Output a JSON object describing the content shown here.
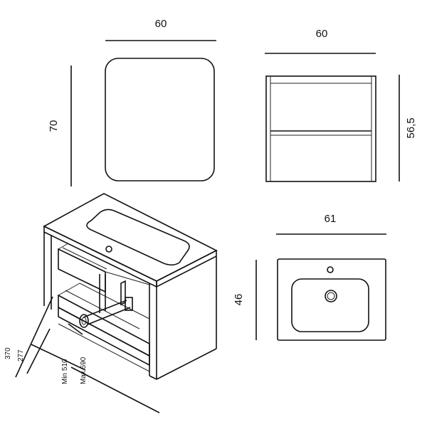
{
  "mirror": {
    "width_label": "60",
    "height_label": "70"
  },
  "cabinet_front": {
    "width_label": "60",
    "height_label": "56,5"
  },
  "basin_top": {
    "width_label": "61",
    "depth_label": "46"
  },
  "perspective": {
    "dim_370": "370",
    "dim_277": "277",
    "dim_min": "Min 510",
    "dim_max": "Max 590"
  }
}
